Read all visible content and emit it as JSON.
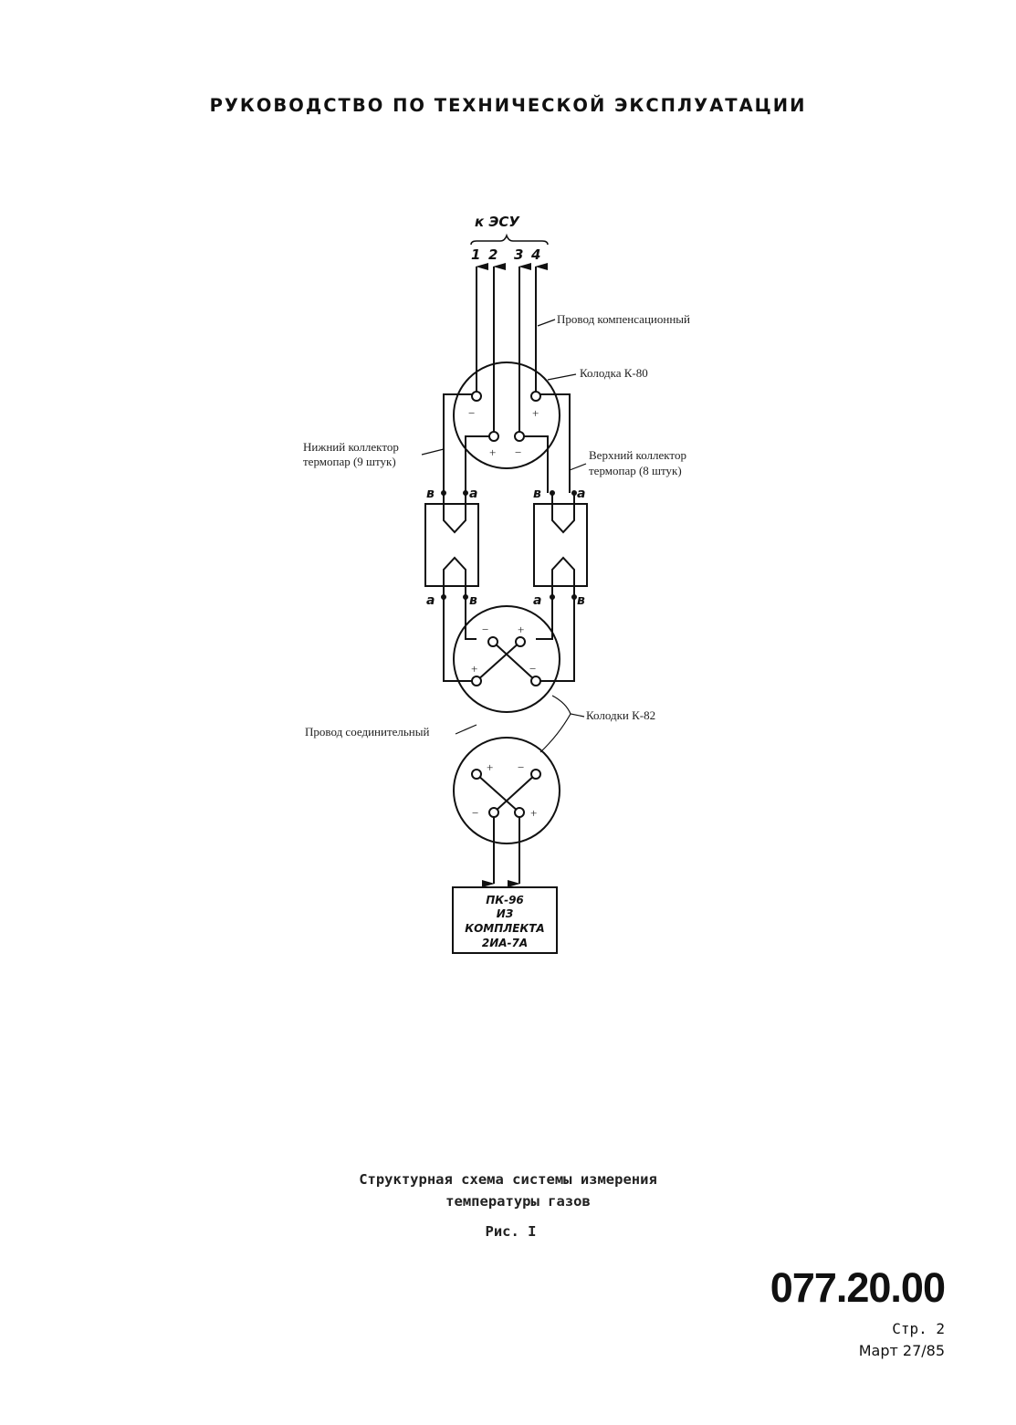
{
  "header": {
    "title": "РУКОВОДСТВО ПО ТЕХНИЧЕСКОЙ ЭКСПЛУАТАЦИИ"
  },
  "diagram": {
    "top_label": "к ЭСУ",
    "wire_numbers": [
      "1",
      "2",
      "3",
      "4"
    ],
    "labels": {
      "comp_wire": "Провод компенсационный",
      "k80": "Колодка К-80",
      "lower_collector_1": "Нижний коллектор",
      "lower_collector_2": "термопар (9 штук)",
      "upper_collector_1": "Верхний коллектор",
      "upper_collector_2": "термопар (8 штук)",
      "k82": "Колодки К-82",
      "conn_wire": "Провод соединительный"
    },
    "terminal_letters": {
      "b": "в",
      "a": "а"
    },
    "signs": {
      "plus": "+",
      "minus": "−"
    },
    "box": {
      "line1": "ПК-96",
      "line2": "ИЗ",
      "line3": "КОМПЛЕКТА",
      "line4": "2ИА-7А"
    }
  },
  "caption": {
    "line1": "Структурная схема системы измерения",
    "line2": "температуры газов",
    "figure": "Рис. I"
  },
  "footer": {
    "doc_number": "077.20.00",
    "page": "Стр. 2",
    "date": "Март 27/85"
  }
}
